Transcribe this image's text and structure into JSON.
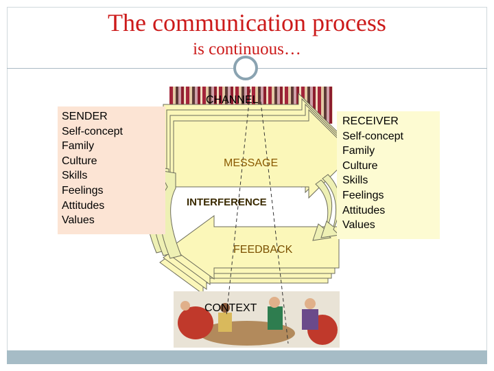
{
  "title": {
    "line1": "The communication process",
    "line2": "is continuous…"
  },
  "sender": {
    "heading": "SENDER",
    "items": [
      "Self-concept",
      "Family",
      "Culture",
      "Skills",
      "Feelings",
      "Attitudes",
      "Values"
    ]
  },
  "receiver": {
    "heading": "RECEIVER",
    "items": [
      "Self-concept",
      "Family",
      "Culture",
      "Skills",
      "Feelings",
      "Attitudes",
      "Values"
    ]
  },
  "labels": {
    "channel": "CHANNEL",
    "message": "MESSAGE",
    "interference": "INTERFERENCE",
    "feedback": "FEEDBACK",
    "context": "CONTEXT"
  },
  "colors": {
    "title": "#cc1a1a",
    "sender_bg": "#fce4d4",
    "receiver_bg": "#fdfbd2",
    "arrow_fill": "#fbf7b9",
    "accent_bar": "#a6bcc6"
  }
}
